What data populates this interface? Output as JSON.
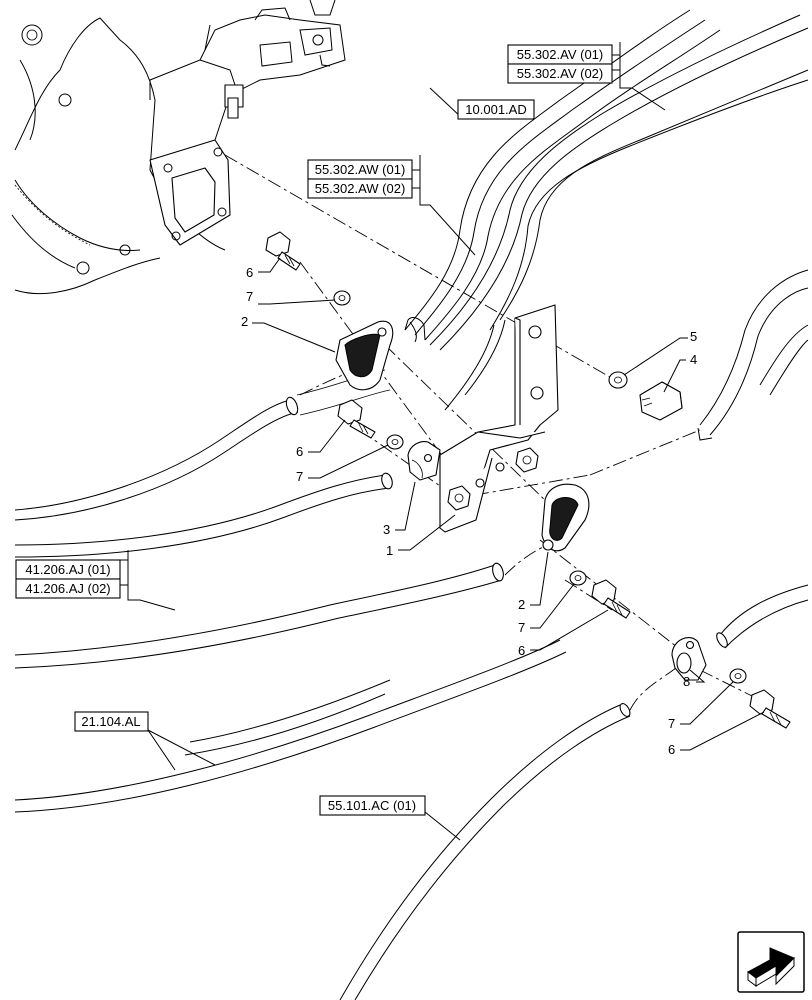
{
  "references": {
    "r_55302av_01": "55.302.AV (01)",
    "r_55302av_02": "55.302.AV (02)",
    "r_10001ad": "10.001.AD",
    "r_55302aw_01": "55.302.AW (01)",
    "r_55302aw_02": "55.302.AW (02)",
    "r_41206aj_01": "41.206.AJ (01)",
    "r_41206aj_02": "41.206.AJ (02)",
    "r_21104al": "21.104.AL",
    "r_55101ac_01": "55.101.AC (01)"
  },
  "callouts": {
    "c1": "1",
    "c2a": "2",
    "c2b": "2",
    "c3": "3",
    "c4": "4",
    "c5": "5",
    "c6a": "6",
    "c6b": "6",
    "c6c": "6",
    "c6d": "6",
    "c7a": "7",
    "c7b": "7",
    "c7c": "7",
    "c7d": "7",
    "c8": "8"
  },
  "icons": {
    "nav": "next-page-arrow-icon"
  },
  "colors": {
    "line": "#000000",
    "background": "#ffffff"
  }
}
